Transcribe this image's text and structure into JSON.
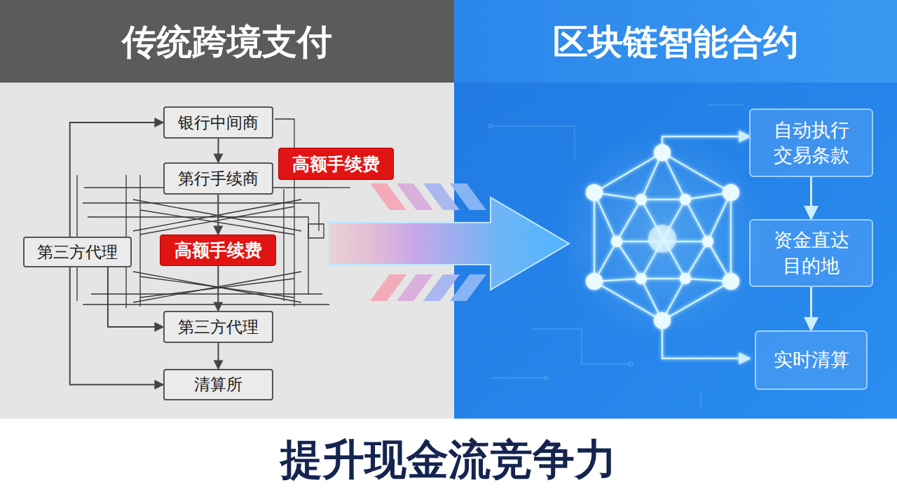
{
  "diagram": {
    "caption": "提升现金流竞争力",
    "nodes": [
      {
        "text": [
          "银行中间商"
        ]
      },
      {
        "text": [
          "第行手续商"
        ]
      },
      {
        "text": [
          "高额手续费"
        ]
      },
      {
        "text": [
          "第三方代理"
        ]
      },
      {
        "text": [
          "高额手续费"
        ]
      },
      {
        "text": [
          "第三方代理"
        ]
      },
      {
        "text": [
          "清算所"
        ]
      },
      {
        "text": [
          "自动执行 交易条款"
        ]
      },
      {
        "text": [
          "资金直达 目的地"
        ]
      },
      {
        "text": [
          "实时清算"
        ]
      }
    ],
    "edges": [
      {
        "from": 0,
        "to": 1,
        "arrow": "to"
      },
      {
        "from": 1,
        "to": 4,
        "arrow": "to"
      },
      {
        "from": 4,
        "to": 5,
        "arrow": "to"
      },
      {
        "from": 5,
        "to": 6,
        "arrow": "to"
      },
      {
        "from": 3,
        "to": 0,
        "arrow": "to"
      },
      {
        "from": 3,
        "to": 6,
        "arrow": "to"
      },
      {
        "from": 3,
        "to": 5,
        "arrow": "to"
      },
      {
        "from": 7,
        "to": 8,
        "arrow": "to"
      },
      {
        "from": 8,
        "to": 9,
        "arrow": "to"
      }
    ],
    "labels": [
      "传统跨境支付",
      "区块链智能合约"
    ]
  }
}
